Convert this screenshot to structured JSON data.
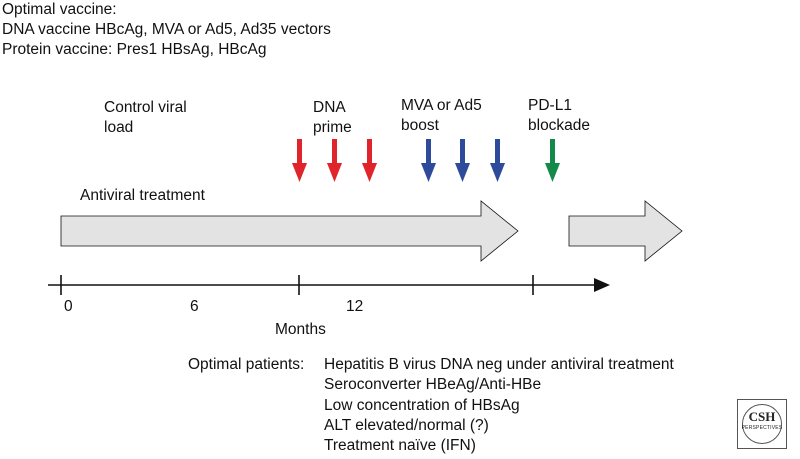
{
  "header": {
    "optimal_vaccine": "Optimal vaccine:",
    "dna_vaccine": "DNA vaccine HBcAg, MVA or Ad5, Ad35 vectors",
    "protein_vaccine": "Protein vaccine: Pres1 HBsAg, HBcAg"
  },
  "phases": {
    "control": [
      "Control viral",
      "load"
    ],
    "dna_prime": [
      "DNA",
      "prime"
    ],
    "boost": [
      "MVA or Ad5",
      "boost"
    ],
    "pdl1": [
      "PD-L1",
      "blockade"
    ]
  },
  "treatment_label": "Antiviral treatment",
  "axis": {
    "ticks": [
      "0",
      "6",
      "12"
    ],
    "label": "Months"
  },
  "patients": {
    "heading": "Optimal patients:",
    "items": [
      "Hepatitis B virus DNA neg under antiviral treatment",
      "Seroconverter HBeAg/Anti-HBe",
      "Low concentration of HBsAg",
      "ALT elevated/normal (?)",
      "Treatment naïve (IFN)"
    ]
  },
  "logo": {
    "main": "CSH",
    "sub": "PERSPECTIVES"
  },
  "colors": {
    "prime_arrow": "#e0242b",
    "boost_arrow": "#2e4a9a",
    "pdl1_arrow": "#138a4a",
    "treatment_fill": "#e3e3e3"
  }
}
